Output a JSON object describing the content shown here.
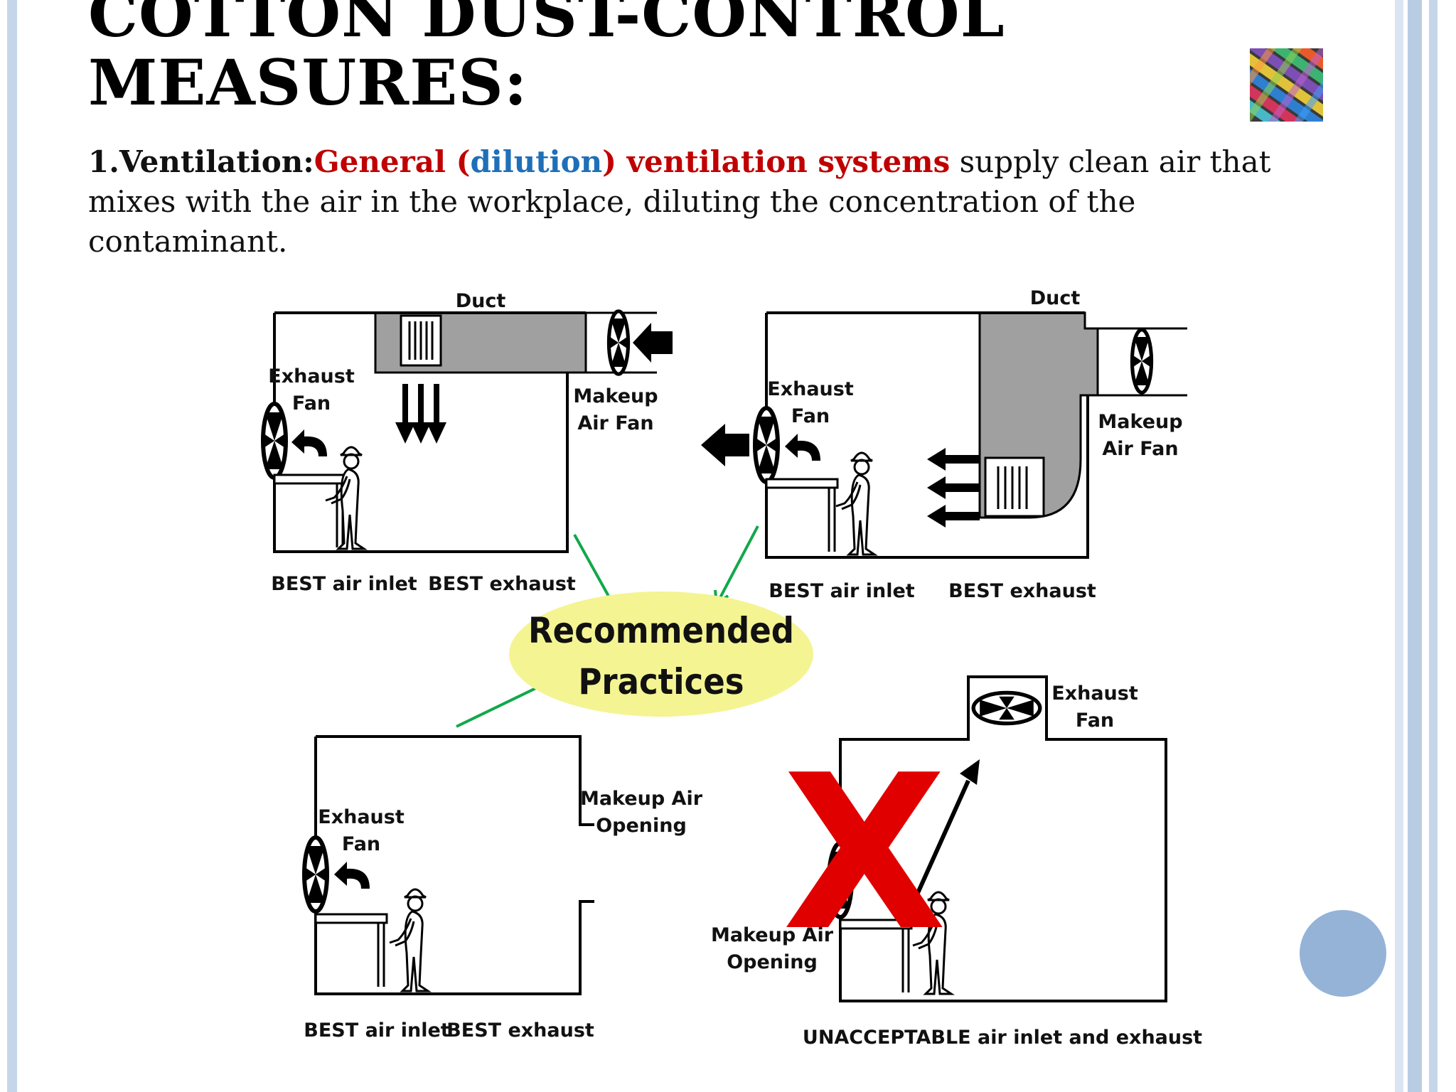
{
  "slide": {
    "title_line1": "COTTON DUST-CONTROL",
    "title_line2": "MEASURES:",
    "point_number": "1.",
    "point_label": "Ventilation:",
    "highlight_part1": "General (",
    "highlight_blue": "dilution",
    "highlight_part2": ") ventilation systems",
    "point_text": " supply clean air that mixes with the air in the workplace, diluting the concentration of the contaminant."
  },
  "diagram": {
    "top_left": {
      "duct": "Duct",
      "exhaust_fan_line1": "Exhaust",
      "exhaust_fan_line2": "Fan",
      "makeup_fan_line1": "Makeup",
      "makeup_fan_line2": "Air Fan",
      "best_inlet": "BEST air inlet",
      "best_exhaust": "BEST exhaust"
    },
    "top_right": {
      "duct": "Duct",
      "exhaust_fan_line1": "Exhaust",
      "exhaust_fan_line2": "Fan",
      "makeup_fan_line1": "Makeup",
      "makeup_fan_line2": "Air Fan",
      "best_inlet": "BEST air inlet",
      "best_exhaust": "BEST exhaust"
    },
    "center": {
      "line1": "Recommended",
      "line2": "Practices"
    },
    "bottom_left": {
      "exhaust_fan_line1": "Exhaust",
      "exhaust_fan_line2": "Fan",
      "makeup_opening_line1": "Makeup Air",
      "makeup_opening_line2": "Opening",
      "best_inlet": "BEST air inlet",
      "best_exhaust": "BEST exhaust"
    },
    "bottom_right": {
      "exhaust_fan_line1": "Exhaust",
      "exhaust_fan_line2": "Fan",
      "makeup_opening_line1": "Makeup Air",
      "makeup_opening_line2": "Opening",
      "caption": "UNACCEPTABLE air inlet and exhaust",
      "mark": "X"
    }
  },
  "colors": {
    "stripe_light": "#dbe5f1",
    "stripe_mid": "#b8cce4",
    "accent_circle": "#95b3d7",
    "highlight_red": "#c00000",
    "highlight_blue": "#1f6fb8",
    "ellipse_fill": "#f4f493",
    "pointer_green": "#12a84a",
    "cross_red": "#e00000"
  }
}
